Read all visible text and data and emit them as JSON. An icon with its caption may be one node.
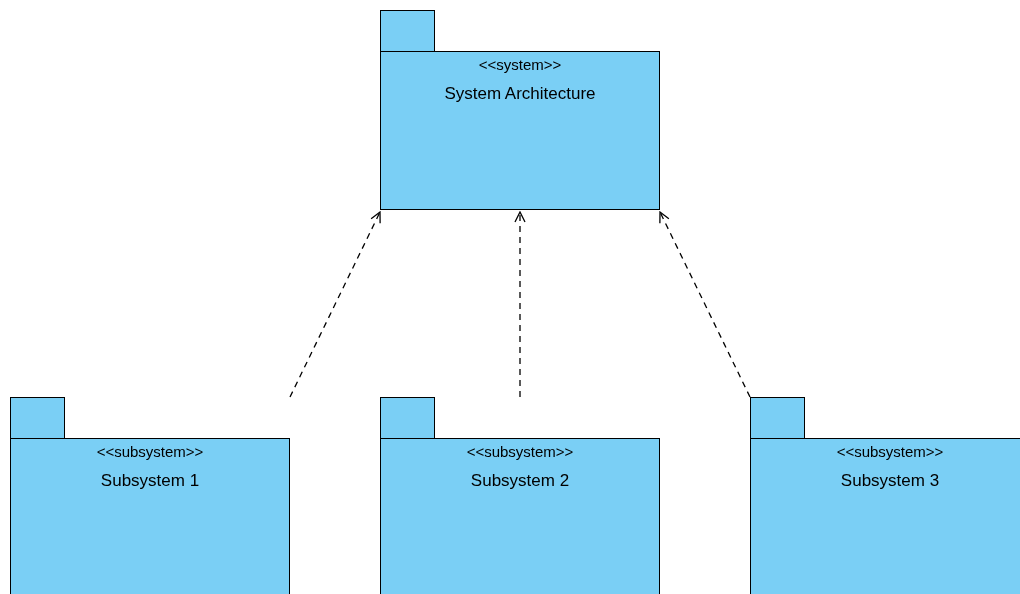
{
  "diagram": {
    "nodes": [
      {
        "text": [
          "<<system>>",
          "System Architecture"
        ]
      },
      {
        "text": [
          "<<subsystem>>",
          "Subsystem 1"
        ]
      },
      {
        "text": [
          "<<subsystem>>",
          "Subsystem 2"
        ]
      },
      {
        "text": [
          "<<subsystem>>",
          "Subsystem 3"
        ]
      }
    ],
    "edges": [
      {
        "from": 1,
        "to": 0,
        "arrow": "to",
        "style": "dashed"
      },
      {
        "from": 2,
        "to": 0,
        "arrow": "to",
        "style": "dashed"
      },
      {
        "from": 3,
        "to": 0,
        "arrow": "to",
        "style": "dashed"
      }
    ]
  }
}
